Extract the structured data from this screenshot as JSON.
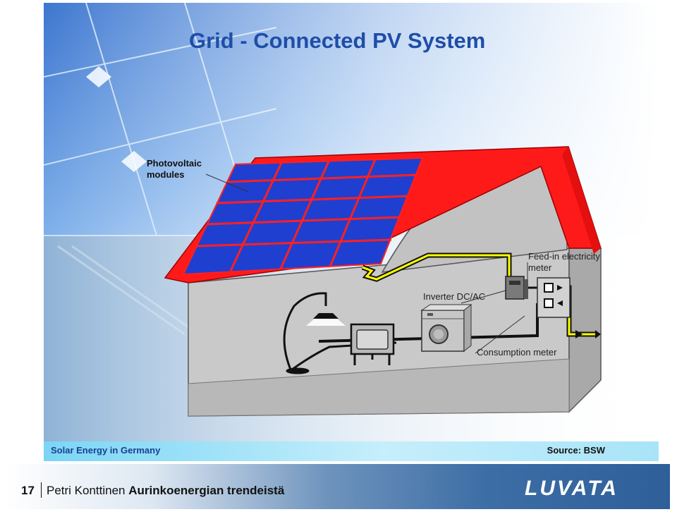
{
  "slide": {
    "title": "Grid - Connected PV System",
    "labels": {
      "photovoltaic_modules": "Photovoltaic modules",
      "feed_in_meter": "Feed-in electricity meter",
      "inverter": "Inverter DC/AC",
      "consumption_meter": "Consumption meter"
    },
    "colors": {
      "roof": "#ff1a1a",
      "panel": "#1f3fd0",
      "dc_cable": "#ffff00",
      "house_wall": "#cfcfcf"
    }
  },
  "banner": {
    "left": "Solar Energy in Germany",
    "right": "Source: BSW"
  },
  "footer": {
    "page_number": "17",
    "author": "Petri Konttinen",
    "topic": "Aurinkoenergian trendeistä",
    "logo": "LUVATA"
  }
}
